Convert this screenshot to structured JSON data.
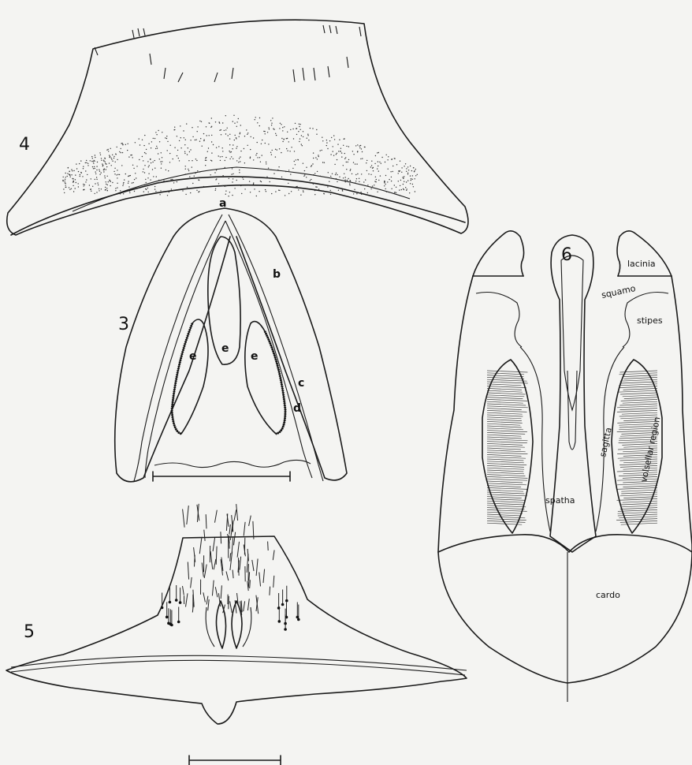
{
  "figure_numbers": {
    "fig4": "4",
    "fig3": "3",
    "fig5": "5",
    "fig6": "6"
  },
  "fig3_letters": {
    "a": "a",
    "b": "b",
    "c": "c",
    "d": "d",
    "e_left": "e",
    "e_center": "e",
    "e_right": "e"
  },
  "fig6_labels": {
    "lacinia": "lacinia",
    "squamo": "squamo",
    "stipes": "stipes",
    "volsellar_region": "volsellar region",
    "sagitta": "sagitta",
    "spatha": "spatha",
    "cardo": "cardo"
  }
}
